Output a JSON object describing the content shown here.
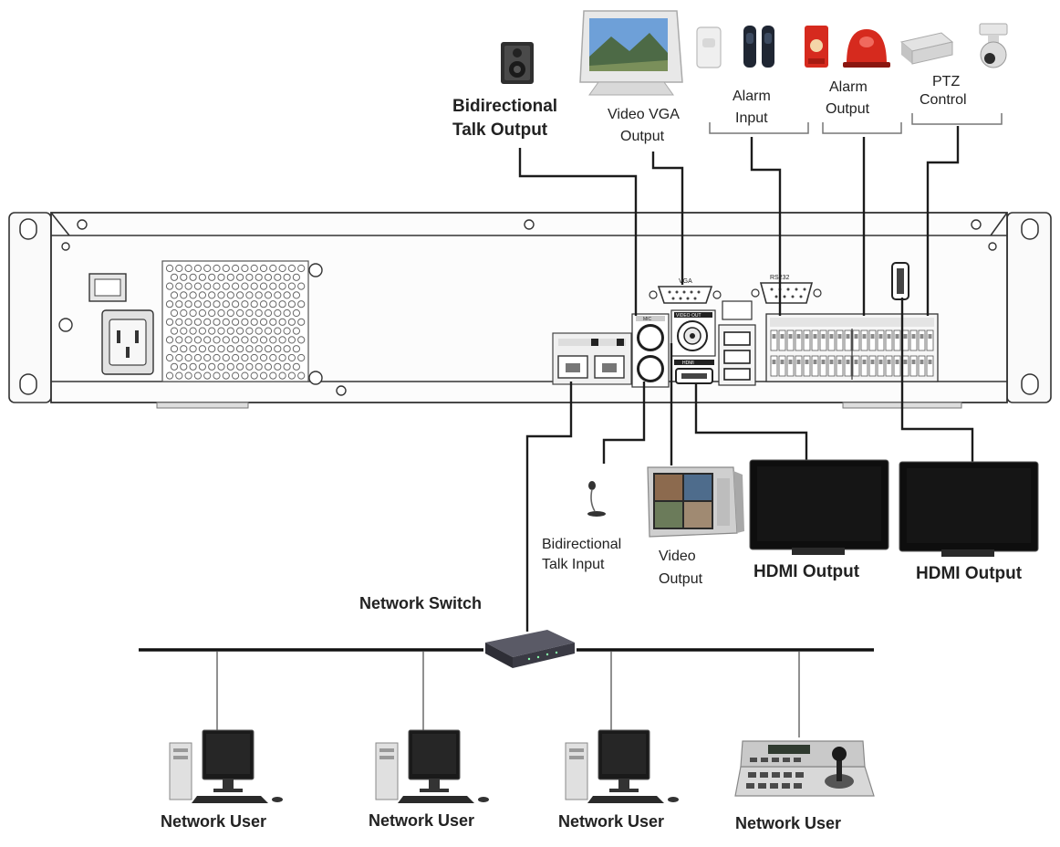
{
  "labels": {
    "talk_output": [
      "Bidirectional",
      "Talk Output"
    ],
    "vga_output": [
      "Video VGA",
      "Output"
    ],
    "alarm_input": [
      "Alarm",
      "Input"
    ],
    "alarm_output": [
      "Alarm",
      "Output"
    ],
    "ptz_control": [
      "PTZ",
      "Control"
    ],
    "talk_input": [
      "Bidirectional",
      "Talk Input"
    ],
    "video_output": [
      "Video",
      "Output"
    ],
    "hdmi_output_1": "HDMI Output",
    "hdmi_output_2": "HDMI Output",
    "network_switch": "Network Switch",
    "network_user_1": "Network User",
    "network_user_2": "Network User",
    "network_user_3": "Network User",
    "network_user_4": "Network User"
  },
  "panel_labels": {
    "vga": "VGA",
    "rs232": "RS232",
    "hdmi": "HDMI",
    "video_out": "VIDEO OUT",
    "mic": "MIC"
  },
  "colors": {
    "wire": "#1c1c1c",
    "panel": "#f2f2f2",
    "alarm_red": "#d62a1e",
    "screen_dark": "#0e0e0e",
    "switch_body": "#3a3a42"
  }
}
